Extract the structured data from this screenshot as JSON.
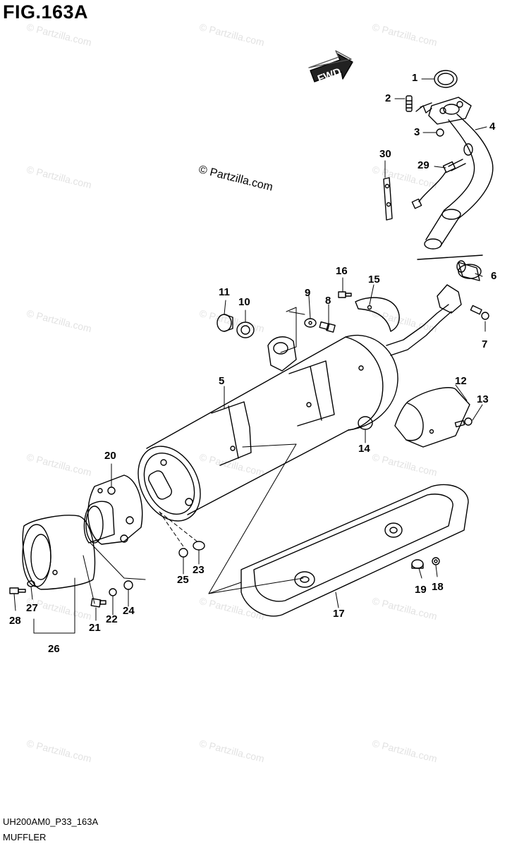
{
  "header": {
    "figure_title": "FIG.163A"
  },
  "footer": {
    "diagram_code": "UH200AM0_P33_163A",
    "caption": "MUFFLER"
  },
  "copyright": "© Partzilla.com",
  "watermark": "© Partzilla.com",
  "fwd_label": "FWD",
  "callouts": {
    "c1": "1",
    "c2": "2",
    "c3": "3",
    "c4": "4",
    "c5": "5",
    "c6": "6",
    "c7": "7",
    "c8": "8",
    "c9": "9",
    "c10": "10",
    "c11": "11",
    "c12": "12",
    "c13": "13",
    "c14": "14",
    "c15": "15",
    "c16": "16",
    "c17": "17",
    "c18": "18",
    "c19": "19",
    "c20": "20",
    "c21": "21",
    "c22": "22",
    "c23": "23",
    "c24": "24",
    "c25": "25",
    "c26": "26",
    "c27": "27",
    "c28": "28",
    "c29": "29",
    "c30": "30"
  }
}
